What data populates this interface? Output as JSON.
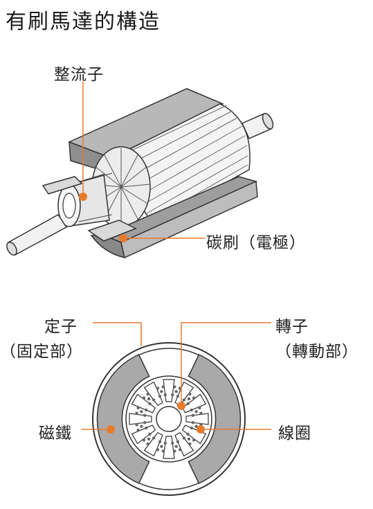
{
  "title": "有刷馬達的構造",
  "motor_diagram": {
    "commutator_label": "整流子",
    "brush_label": "碳刷（電極）"
  },
  "cross_section": {
    "stator_label": "定子",
    "stator_sub_label": "（固定部）",
    "rotor_label": "轉子",
    "rotor_sub_label": "（轉動部）",
    "magnet_label": "磁鐵",
    "coil_label": "線圈"
  },
  "colors": {
    "accent": "#e87a2c",
    "magnet_fill": "#a9a9a9",
    "outline": "#333333"
  }
}
